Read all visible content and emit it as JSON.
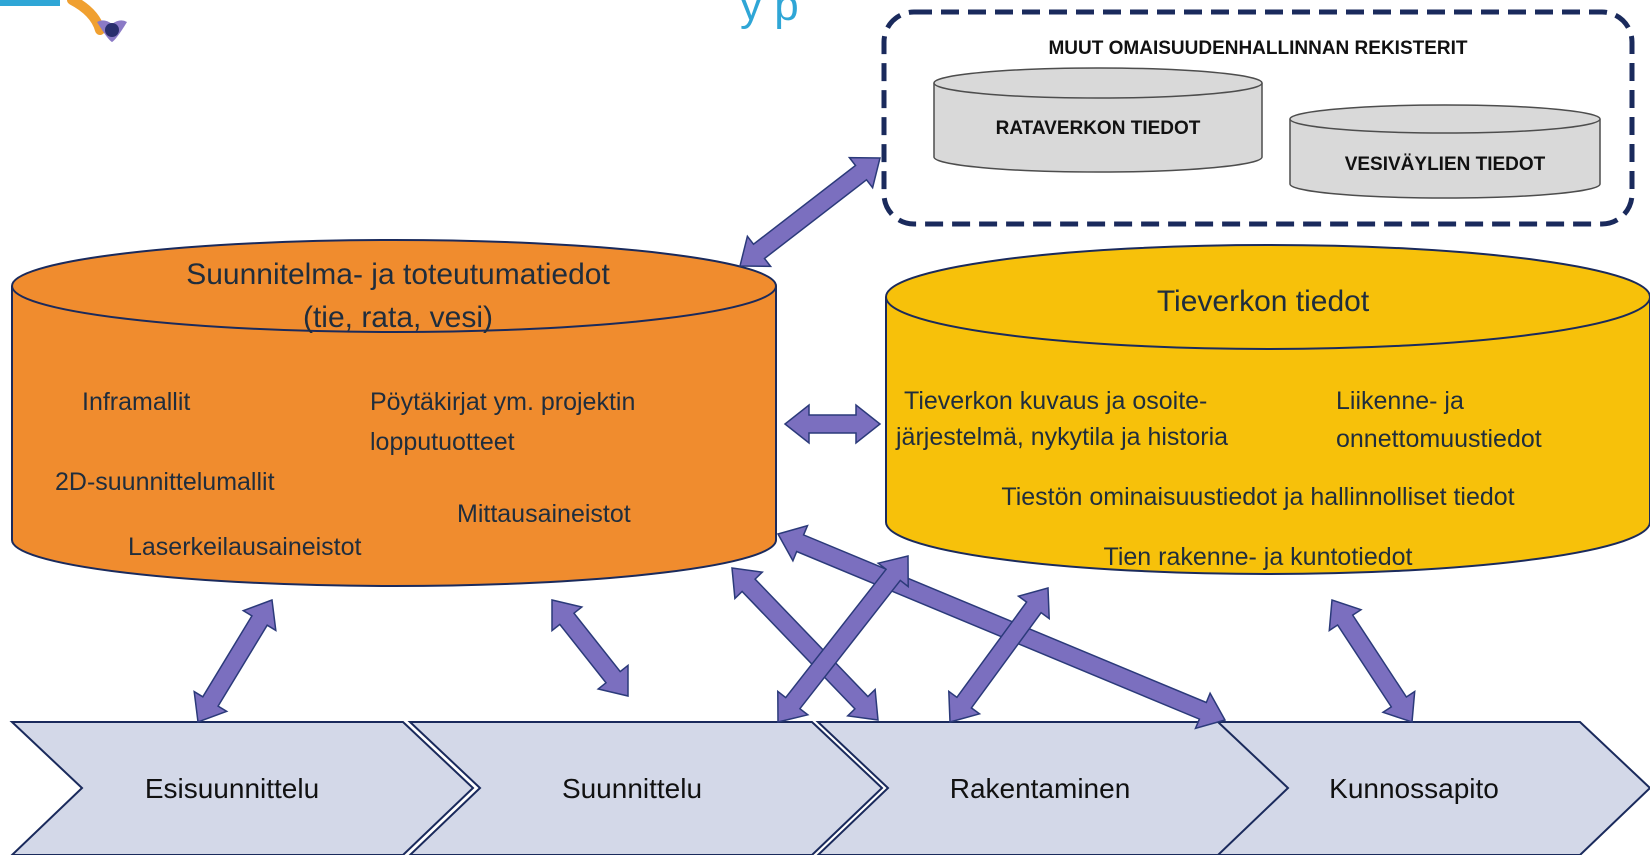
{
  "colors": {
    "orange_db": "#f08c2e",
    "yellow_db": "#f7c10a",
    "grey_db": "#d9d9d9",
    "border_navy": "#1a2a5c",
    "arrow_fill": "#7b6fbf",
    "arrow_stroke": "#2b3a7a",
    "phase_fill": "#d3d8e8",
    "logo_teal": "#2fa6d6",
    "logo_orange": "#f0a030",
    "logo_purple": "#8b7ac6"
  },
  "header": {
    "title_fragment": "y p"
  },
  "registers": {
    "title": "MUUT OMAISUUDENHALLINNAN REKISTERIT",
    "rail": "RATAVERKON TIEDOT",
    "water": "VESIVÄYLIEN TIEDOT"
  },
  "plan_db": {
    "title_line1": "Suunnitelma- ja toteutumatiedot",
    "title_line2": "(tie, rata, vesi)",
    "items": {
      "inframallit": "Inframallit",
      "poytakirjat_1": "Pöytäkirjat ym. projektin",
      "poytakirjat_2": "lopputuotteet",
      "suunnittelumallit": "2D-suunnittelumallit",
      "mittaus": "Mittausaineistot",
      "laser": "Laserkeilausaineistot"
    }
  },
  "road_db": {
    "title": "Tieverkon tiedot",
    "items": {
      "kuvaus_1": "Tieverkon kuvaus ja osoite-",
      "kuvaus_2": "järjestelmä, nykytila ja historia",
      "liikenne_1": "Liikenne- ja",
      "liikenne_2": "onnettomuustiedot",
      "ominaisuus": "Tiestön ominaisuustiedot ja hallinnolliset tiedot",
      "rakenne": "Tien rakenne- ja kuntotiedot"
    }
  },
  "phases": [
    "Esisuunnittelu",
    "Suunnittelu",
    "Rakentaminen",
    "Kunnossapito"
  ]
}
